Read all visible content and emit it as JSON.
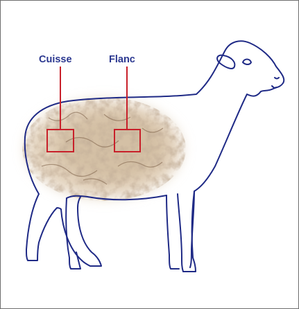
{
  "labels": {
    "cuisse": "Cuisse",
    "flanc": "Flanc"
  },
  "colors": {
    "label_text": "#2b3890",
    "outline": "#1f2a86",
    "marker": "#c8202a",
    "wool_light": "#e3d3bd",
    "wool_mid": "#c9b295",
    "wool_dark": "#8a6e52",
    "frame_border": "#6d6d6d"
  },
  "icons": {
    "animal": "sheep-outline-icon",
    "fleece": "wool-texture"
  }
}
